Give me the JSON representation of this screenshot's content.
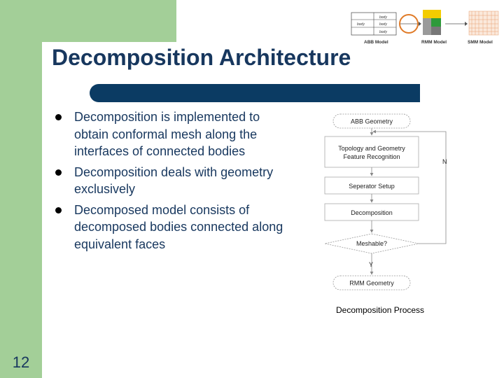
{
  "slide": {
    "title": "Decomposition Architecture",
    "number": "12",
    "bullets": [
      "Decomposition is implemented to obtain conformal mesh along the interfaces of connected bodies",
      "Decomposition deals with geometry exclusively",
      "Decomposed model consists of decomposed bodies connected along equivalent faces"
    ]
  },
  "top_figure": {
    "labels": [
      "ABB Model",
      "RMM Model",
      "SMM Model"
    ],
    "body_labels": [
      "body",
      "body",
      "body",
      "body"
    ]
  },
  "flowchart": {
    "caption": "Decomposition Process",
    "steps": [
      "ABB Geometry",
      "Topology and Geometry",
      "Feature Recognition",
      "Seperator Setup",
      "Decomposition",
      "Meshable?",
      "RMM Geometry"
    ],
    "yes_label": "Y",
    "no_label": "N"
  },
  "colors": {
    "title": "#17375e",
    "accent_green": "#a3cf98",
    "rule_blue": "#0b3b63",
    "highlight_orange": "#e07b28"
  }
}
